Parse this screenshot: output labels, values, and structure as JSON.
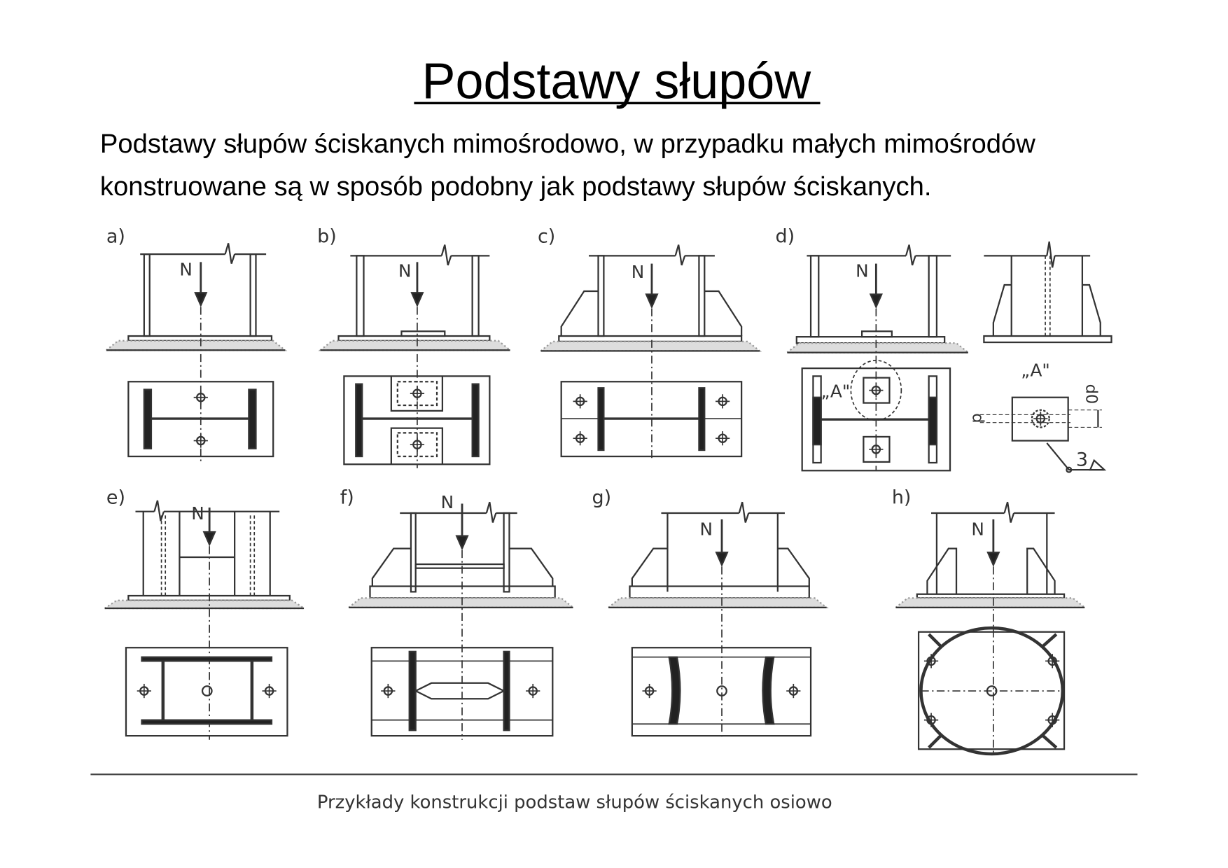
{
  "title": "Podstawy słupów",
  "intro": [
    "Podstawy słupów ściskanych mimośrodowo, w przypadku małych mimośrodów",
    "konstruowane są w sposób podobny jak podstawy słupów ściskanych."
  ],
  "figure": {
    "panels": [
      {
        "label": "a)",
        "force": "N"
      },
      {
        "label": "b)",
        "force": "N"
      },
      {
        "label": "c)",
        "force": "N"
      },
      {
        "label": "d)",
        "force": "N",
        "detail_ref": "„A\""
      },
      {
        "label": "e)",
        "force": "N"
      },
      {
        "label": "f)",
        "force": "N"
      },
      {
        "label": "g)",
        "force": "N"
      },
      {
        "label": "h)",
        "force": "N"
      }
    ],
    "detail": {
      "title": "„A\"",
      "d": "d",
      "d0": "d0",
      "weld": "3"
    },
    "caption": "Przykłady konstrukcji podstaw słupów ściskanych osiowo"
  },
  "colors": {
    "ink": "#222222",
    "line": "#333333",
    "ground": "#999999"
  }
}
